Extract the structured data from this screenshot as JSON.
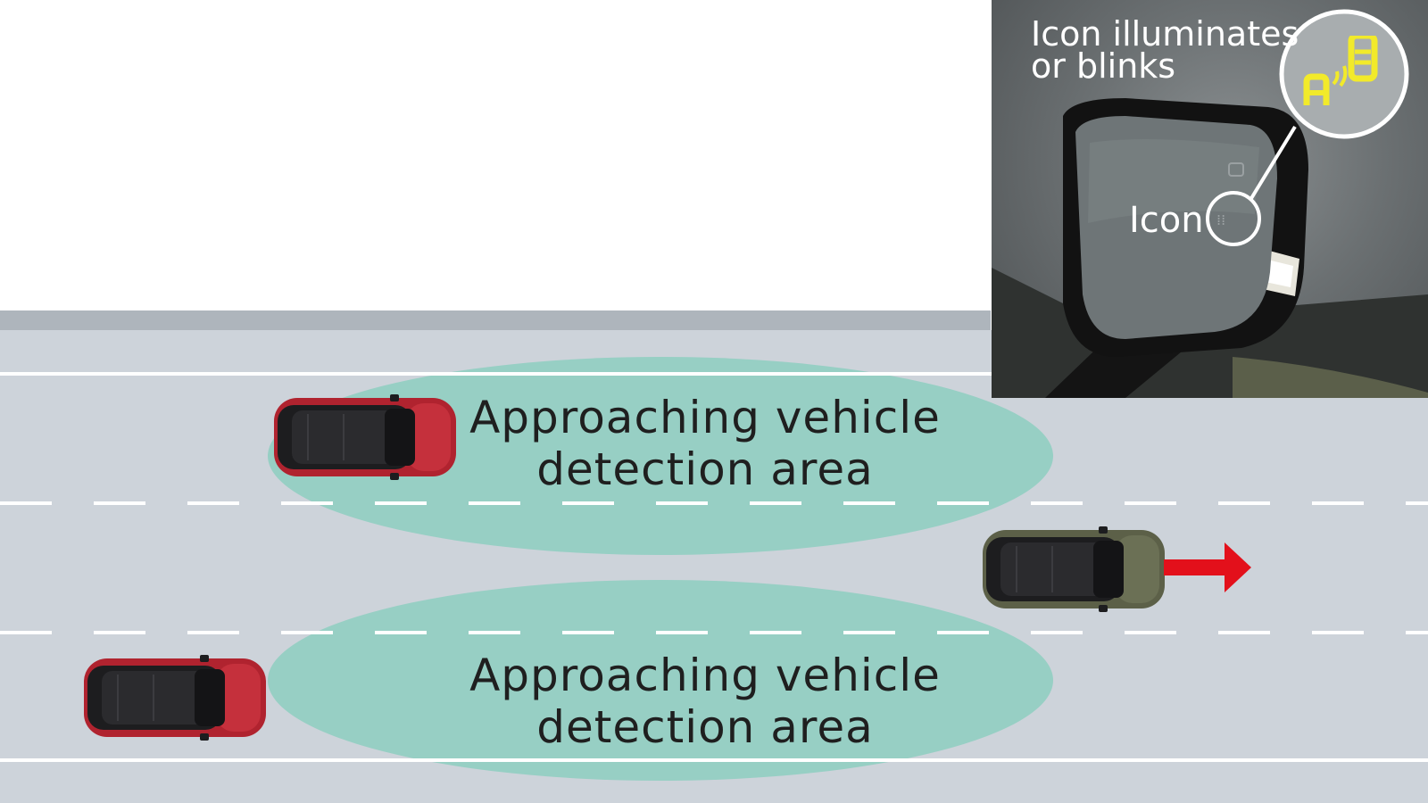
{
  "diagram": {
    "zone_upper": {
      "line1": "Approaching vehicle",
      "line2": "detection area"
    },
    "zone_lower": {
      "line1": "Approaching vehicle",
      "line2": "detection area"
    }
  },
  "inset": {
    "caption_line1": "Icon illuminates",
    "caption_line2": "or blinks",
    "icon_label": "Icon"
  },
  "colors": {
    "road": "#cdd3da",
    "detection_area": "#97cfc4",
    "approaching_car": "#b0232f",
    "own_car": "#5c6048",
    "arrow": "#e3101b",
    "indicator": "#f2ea2a"
  },
  "icons": [
    "approaching-car-icon",
    "direction-arrow-icon",
    "side-mirror-icon",
    "rear-cross-traffic-indicator-icon"
  ]
}
